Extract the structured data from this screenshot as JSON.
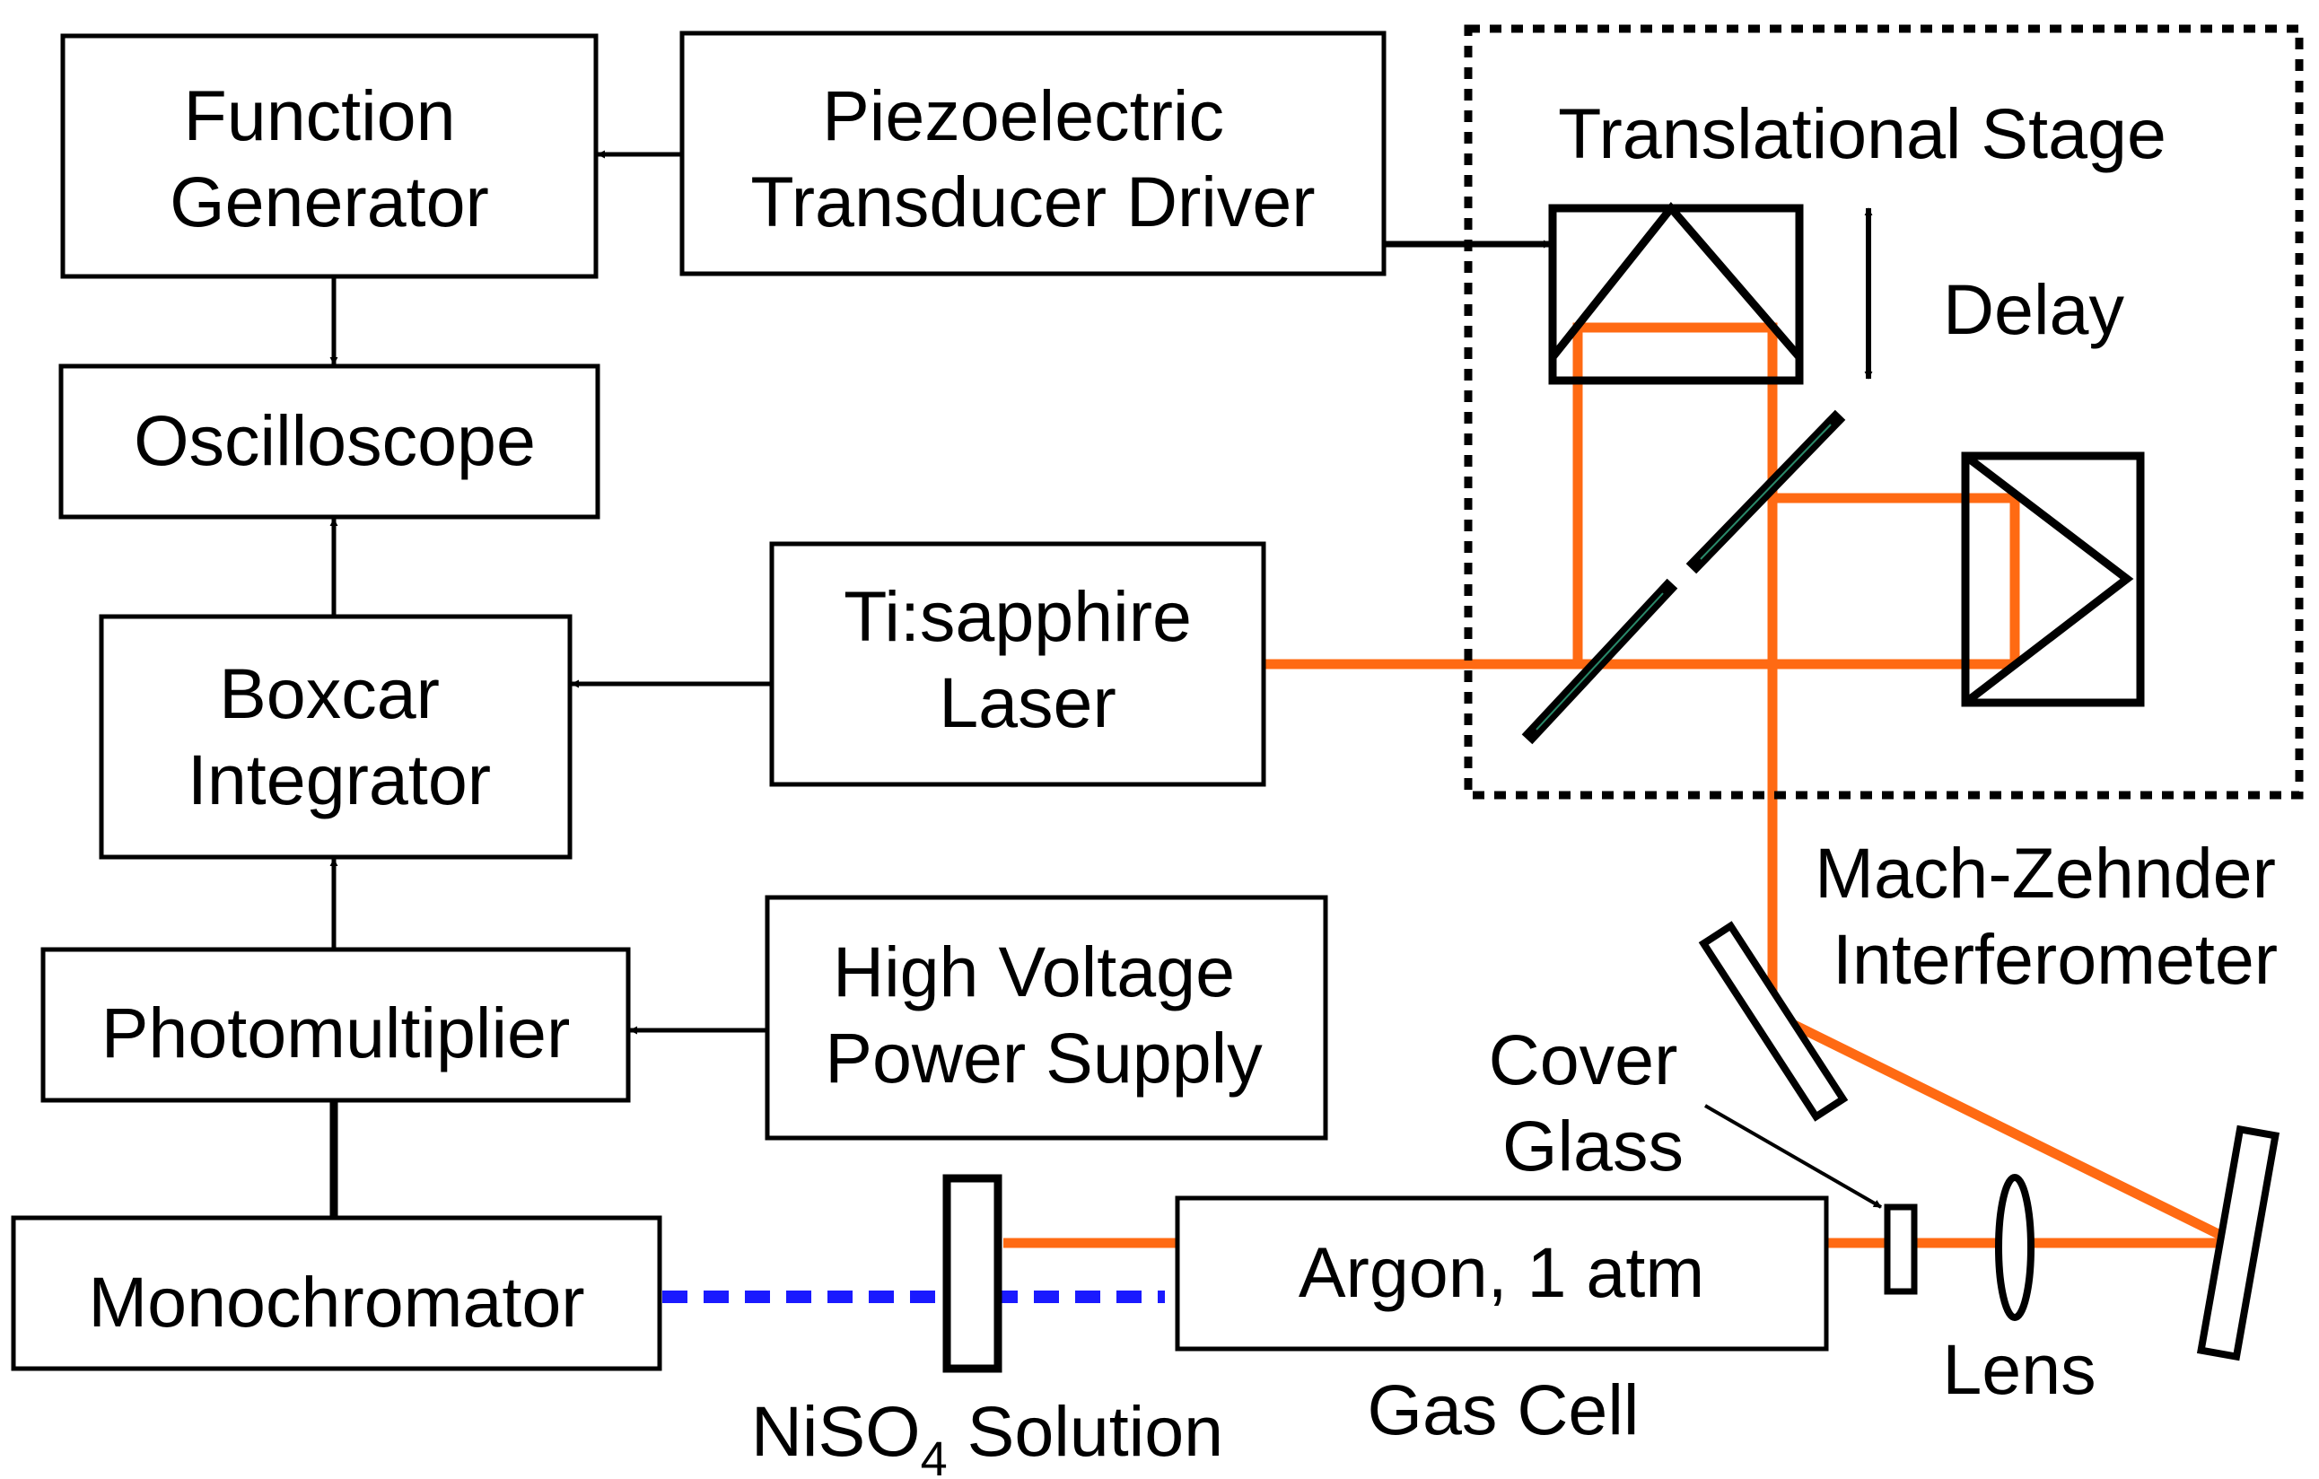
{
  "boxes": {
    "function_generator": [
      "Function",
      "Generator"
    ],
    "piezo_driver": [
      "Piezoelectric",
      "Transducer Driver"
    ],
    "oscilloscope": "Oscilloscope",
    "boxcar": [
      "Boxcar",
      "Integrator"
    ],
    "laser": [
      "Ti:sapphire",
      "Laser"
    ],
    "photomultiplier": "Photomultiplier",
    "hv_supply": [
      "High Voltage",
      "Power Supply"
    ],
    "monochromator": "Monochromator",
    "gas_cell": "Argon, 1 atm"
  },
  "labels": {
    "translational_stage": "Translational Stage",
    "delay": "Delay",
    "interferometer": [
      "Mach-Zehnder",
      "Interferometer"
    ],
    "cover_glass": [
      "Cover",
      "Glass"
    ],
    "lens": "Lens",
    "gas_cell": "Gas Cell",
    "niso4_main": "NiSO",
    "niso4_sub": "4",
    "niso4_rest": " Solution"
  },
  "colors": {
    "beam": "#ff6a13",
    "signal": "#1a1aff",
    "mirror_coating": "#2a8a6a"
  }
}
